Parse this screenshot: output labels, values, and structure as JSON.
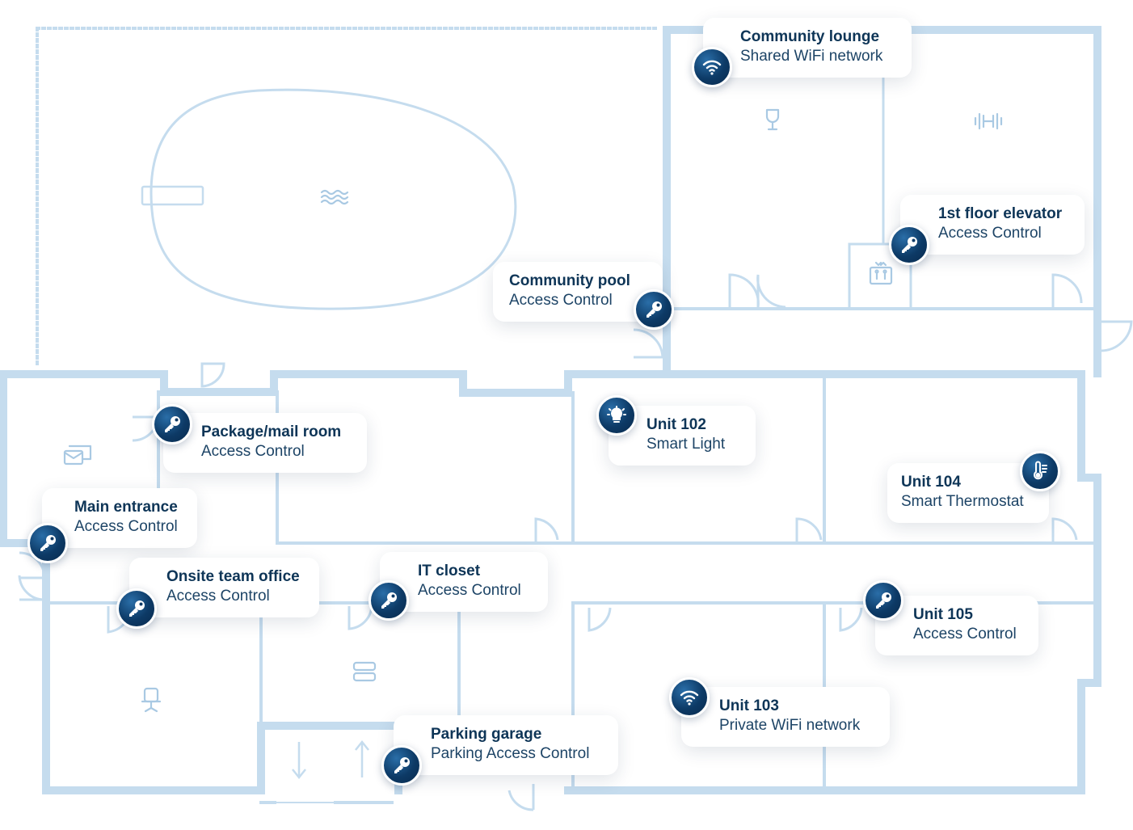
{
  "colors": {
    "wall": "#c5dcee",
    "icon": "#a9c9e3",
    "badge": "#0d3a66",
    "title_text": "#0e3557",
    "sub_text": "#1d4466"
  },
  "room_icons": [
    "waves-icon",
    "wine-glass-icon",
    "dumbbell-icon",
    "elevator-icon",
    "mailbox-icon",
    "office-chair-icon",
    "server-icon"
  ],
  "devices": [
    {
      "key": "community-lounge",
      "name": "Community lounge",
      "type": "Shared WiFi network",
      "icon": "wifi-icon"
    },
    {
      "key": "first-floor-elevator",
      "name": "1st floor elevator",
      "type": "Access Control",
      "icon": "key-icon"
    },
    {
      "key": "community-pool",
      "name": "Community pool",
      "type": "Access Control",
      "icon": "key-icon"
    },
    {
      "key": "package-mail-room",
      "name": "Package/mail room",
      "type": "Access Control",
      "icon": "key-icon"
    },
    {
      "key": "unit-102",
      "name": "Unit 102",
      "type": "Smart Light",
      "icon": "lightbulb-icon"
    },
    {
      "key": "unit-104",
      "name": "Unit 104",
      "type": "Smart Thermostat",
      "icon": "thermometer-icon"
    },
    {
      "key": "main-entrance",
      "name": "Main entrance",
      "type": "Access Control",
      "icon": "key-icon"
    },
    {
      "key": "onsite-team-office",
      "name": "Onsite team office",
      "type": "Access Control",
      "icon": "key-icon"
    },
    {
      "key": "it-closet",
      "name": "IT closet",
      "type": "Access Control",
      "icon": "key-icon"
    },
    {
      "key": "unit-105",
      "name": "Unit 105",
      "type": "Access Control",
      "icon": "key-icon"
    },
    {
      "key": "unit-103",
      "name": "Unit 103",
      "type": "Private WiFi network",
      "icon": "wifi-icon"
    },
    {
      "key": "parking-garage",
      "name": "Parking garage",
      "type": "Parking Access Control",
      "icon": "key-icon"
    }
  ]
}
